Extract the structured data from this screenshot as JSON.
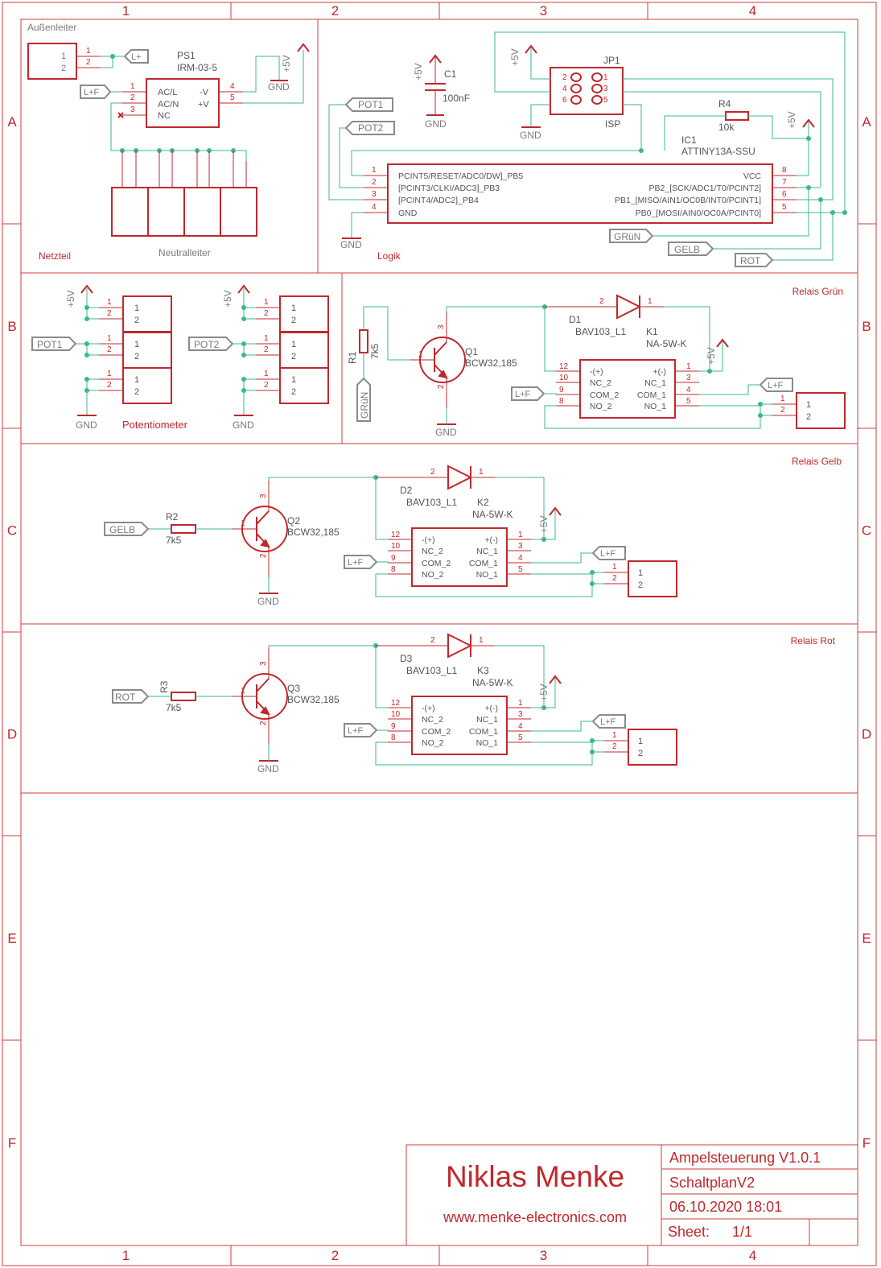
{
  "border": {
    "columns": [
      "1",
      "2",
      "3",
      "4"
    ],
    "rows": [
      "A",
      "B",
      "C",
      "D",
      "E",
      "F"
    ]
  },
  "sections": {
    "aussenleiter": "Außenleiter",
    "netzteil": "Netzteil",
    "neutralleiter": "Neutralleiter",
    "logik": "Logik",
    "potentiometer": "Potentiometer",
    "relais_gruen": "Relais Grün",
    "relais_gelb": "Relais Gelb",
    "relais_rot": "Relais Rot"
  },
  "supply": {
    "plus5v": "+5V",
    "gnd": "GND"
  },
  "nets": {
    "lplus": "L+",
    "lplusf": "L+F",
    "pot1": "POT1",
    "pot2": "POT2",
    "gruen": "GRüN",
    "gelb": "GELB",
    "rot": "ROT"
  },
  "ps1": {
    "name": "PS1",
    "value": "IRM-03-5",
    "pins_left": [
      "AC/L",
      "AC/N",
      "NC"
    ],
    "pins_right": [
      "-V",
      "+V"
    ],
    "numbers_left": [
      "1",
      "2",
      "3"
    ],
    "numbers_right": [
      "4",
      "5"
    ]
  },
  "c1": {
    "name": "C1",
    "value": "100nF"
  },
  "jp1": {
    "name": "JP1",
    "value": "ISP",
    "left": [
      "2",
      "4",
      "6"
    ],
    "right": [
      "1",
      "3",
      "5"
    ]
  },
  "r4": {
    "name": "R4",
    "value": "10k"
  },
  "ic1": {
    "name": "IC1",
    "value": "ATTINY13A-SSU",
    "left": [
      "PCINT5/RESET/ADC0/DW]_PB5",
      "[PCINT3/CLKI/ADC3]_PB3",
      "[PCINT4/ADC2]_PB4",
      "GND"
    ],
    "left_pins": [
      "1",
      "2",
      "3",
      "4"
    ],
    "right": [
      "VCC",
      "PB2_[SCK/ADC1/T0/PCINT2]",
      "PB1_[MISO/AIN1/OC0B/INT0/PCINT1]",
      "PB0_[MOSI/AIN0/OC0A/PCINT0]"
    ],
    "right_pins": [
      "8",
      "7",
      "6",
      "5"
    ]
  },
  "connector_pins": [
    "1",
    "2"
  ],
  "relays": [
    {
      "r": "R1",
      "rv": "7k5",
      "q": "Q1",
      "qv": "BCW32,185",
      "d": "D1",
      "dv": "BAV103_L1",
      "k": "K1",
      "kv": "NA-5W-K"
    },
    {
      "r": "R2",
      "rv": "7k5",
      "q": "Q2",
      "qv": "BCW32,185",
      "d": "D2",
      "dv": "BAV103_L1",
      "k": "K2",
      "kv": "NA-5W-K"
    },
    {
      "r": "R3",
      "rv": "7k5",
      "q": "Q3",
      "qv": "BCW32,185",
      "d": "D3",
      "dv": "BAV103_L1",
      "k": "K3",
      "kv": "NA-5W-K"
    }
  ],
  "relay_pins": {
    "left": [
      "-(+)",
      "NC_2",
      "COM_2",
      "NO_2"
    ],
    "right": [
      "+(-)",
      "NC_1",
      "COM_1",
      "NO_1"
    ],
    "left_nums": [
      "12",
      "10",
      "9",
      "8"
    ],
    "right_nums": [
      "1",
      "3",
      "4",
      "5"
    ]
  },
  "transistor_pins": [
    "1",
    "2",
    "3"
  ],
  "diode_pins": [
    "2",
    "1"
  ],
  "title_block": {
    "author": "Niklas Menke",
    "website": "www.menke-electronics.com",
    "project": "Ampelsteuerung V1.0.1",
    "sheet_name": "SchaltplanV2",
    "datetime": "06.10.2020 18:01",
    "sheet_label": "Sheet:",
    "sheet_value": "1/1"
  },
  "colors": {
    "frame": "#d23b3b",
    "symbol": "#c0282d",
    "wire": "#3bb88a",
    "label": "#8a8a8a"
  }
}
